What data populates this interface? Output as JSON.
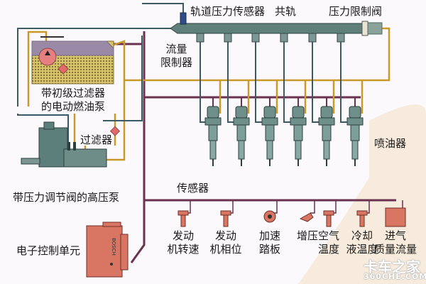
{
  "title": "共轨燃油系统示意图",
  "colors": {
    "high_pressure_line": "#3d5a64",
    "return_line": "#c99a2a",
    "signal_line": "#6b3150",
    "rail": "#5f7f7a",
    "ecu": "#d97563",
    "sensor": "#c9604f",
    "tank_fuel": "#d8c46a",
    "tank_top": "#9a8aa8"
  },
  "labels": {
    "rail_pressure_sensor": "轨道压力传感器",
    "common_rail": "共轨",
    "pressure_limit_valve": "压力限制阀",
    "flow_limiter_line1": "流量",
    "flow_limiter_line2": "限制器",
    "tank_pump_line1": "带初级过滤器",
    "tank_pump_line2": "的电动燃油泵",
    "filter": "过滤器",
    "high_pressure_pump": "带压力调节阀的高压泵",
    "injectors": "喷油器",
    "sensors": "传感器",
    "ecu": "电子控制单元",
    "ecu_brand": "BOSCH"
  },
  "sensors": [
    {
      "line1": "发动",
      "line2": "机转速"
    },
    {
      "line1": "发动",
      "line2": "机相位"
    },
    {
      "line1": "加速",
      "line2": "踏板"
    },
    {
      "line1": "增压",
      "line2": ""
    },
    {
      "line1": "空气",
      "line2": "温度"
    },
    {
      "line1": "冷却",
      "line2": "液温度"
    },
    {
      "line1": "进气",
      "line2": "质量流量"
    }
  ],
  "injector_count": 6,
  "watermark": {
    "brand": "卡车之家",
    "url": "360CHE.COM"
  }
}
